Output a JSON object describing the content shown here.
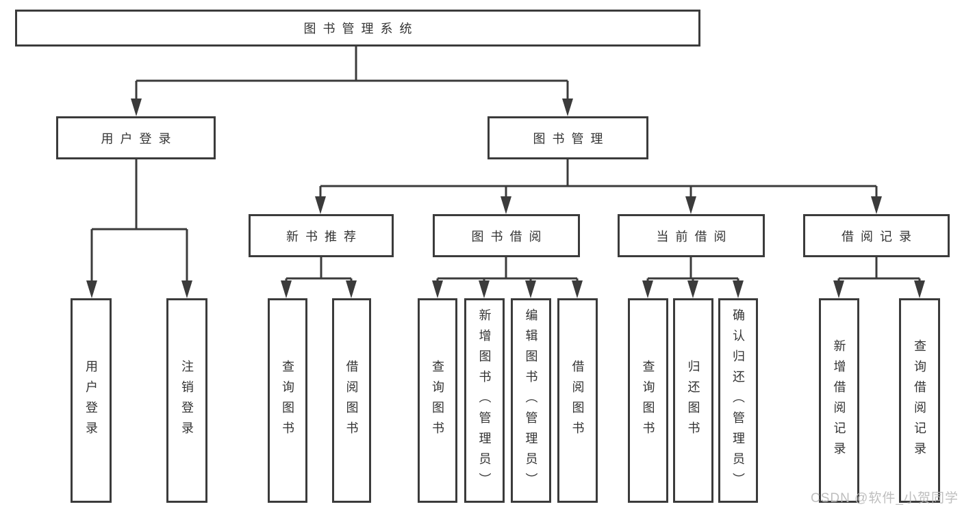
{
  "diagram": {
    "root": {
      "label": "图书管理系统",
      "children": [
        {
          "label": "用户登录",
          "children": [
            {
              "label": "用户登录"
            },
            {
              "label": "注销登录"
            }
          ]
        },
        {
          "label": "图书管理",
          "children": [
            {
              "label": "新书推荐",
              "children": [
                {
                  "label": "查询图书"
                },
                {
                  "label": "借阅图书"
                }
              ]
            },
            {
              "label": "图书借阅",
              "children": [
                {
                  "label": "查询图书"
                },
                {
                  "label": "新增图书（管理员）"
                },
                {
                  "label": "编辑图书（管理员）"
                },
                {
                  "label": "借阅图书"
                }
              ]
            },
            {
              "label": "当前借阅",
              "children": [
                {
                  "label": "查询图书"
                },
                {
                  "label": "归还图书"
                },
                {
                  "label": "确认归还（管理员）"
                }
              ]
            },
            {
              "label": "借阅记录",
              "children": [
                {
                  "label": "新增借阅记录"
                },
                {
                  "label": "查询借阅记录"
                }
              ]
            }
          ]
        }
      ]
    }
  },
  "watermark": {
    "text": "CSDN @软件_小贺同学"
  },
  "colors": {
    "line": "#3b3b3b",
    "text": "#333333",
    "watermark": "#b8b8b8",
    "background": "#ffffff"
  }
}
